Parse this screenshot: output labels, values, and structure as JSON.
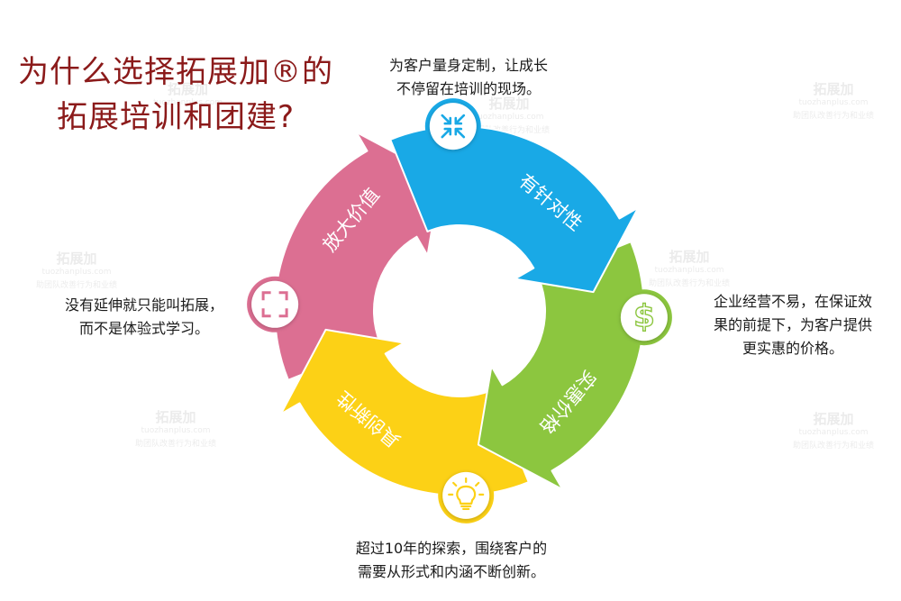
{
  "title": {
    "line1": "为什么选择拓展加®的",
    "line2": "拓展培训和团建?"
  },
  "segments": [
    {
      "label": "有针对性",
      "color": "#19a9e6",
      "icon": "compress-arrows-icon"
    },
    {
      "label": "实惠价格",
      "color": "#8cc63f",
      "icon": "dollar-icon"
    },
    {
      "label": "具创新性",
      "color": "#fcd116",
      "icon": "lightbulb-icon"
    },
    {
      "label": "放大价值",
      "color": "#dc6f92",
      "icon": "expand-frame-icon"
    }
  ],
  "callouts": {
    "top": [
      "为客户量身定制，让成长",
      "不停留在培训的现场。"
    ],
    "right": [
      "企业经营不易，在保证效",
      "果的前提下，为客户提供",
      "更实惠的价格。"
    ],
    "bottom": [
      "超过10年的探索，围绕客户的",
      "需要从形式和内涵不断创新。"
    ],
    "left": [
      "没有延伸就只能叫拓展，",
      "而不是体验式学习。"
    ]
  },
  "watermark": {
    "name": "拓展加",
    "url": "tuozhanplus.com",
    "tagline": "助团队改善行为和业绩"
  }
}
